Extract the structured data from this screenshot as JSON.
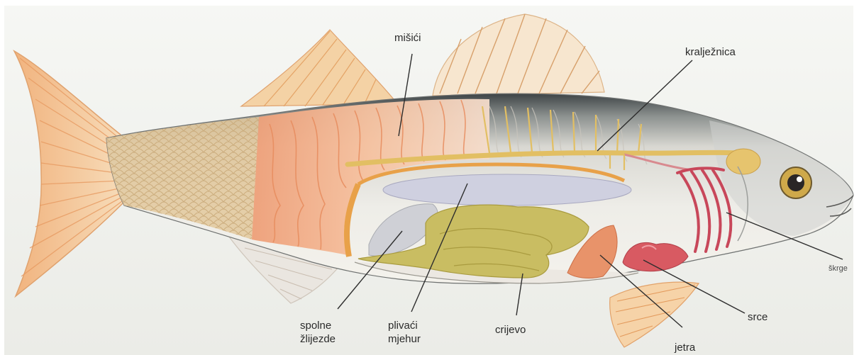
{
  "labels": {
    "misici": "mišići",
    "kraljeznica": "kralježnica",
    "skrge": "škrge",
    "srce": "srce",
    "jetra": "jetra",
    "crijevo": "crijevo",
    "plivaci_mjehur": "plivaći\nmjehur",
    "spolne_zlijezde": "spolne\nžlijezde"
  },
  "colors": {
    "background": "#f1f2ee",
    "fin": "#f0c48e",
    "muscle": "#f2b48e",
    "spine": "#e6c46e",
    "gut": "#c9bd62",
    "swim_bladder": "#cfd0e0",
    "gills": "#c8475a",
    "heart": "#d85a62",
    "liver": "#e8936a"
  }
}
